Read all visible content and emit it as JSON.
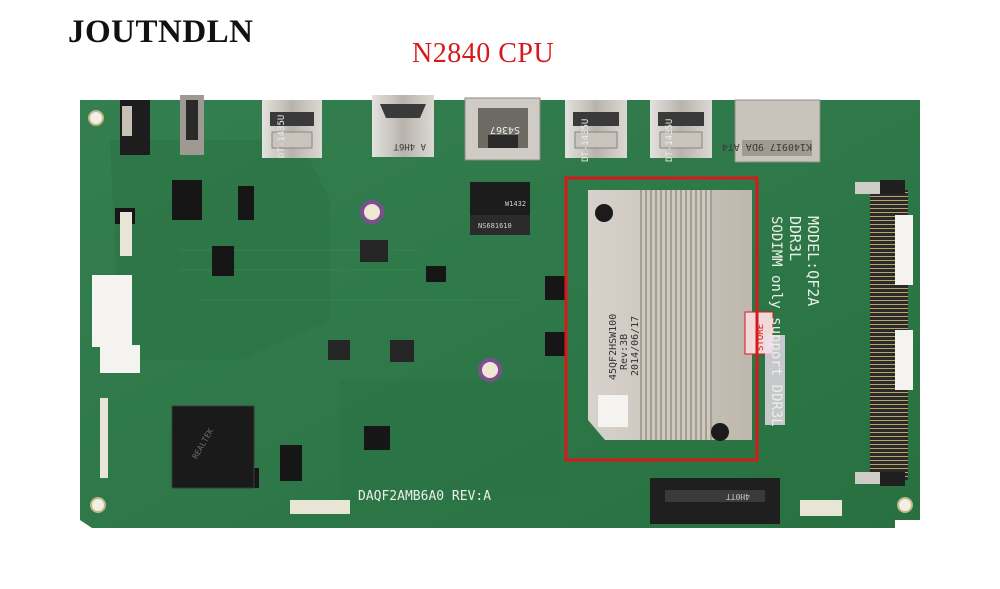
{
  "header": {
    "brand": "JOUTNDLN",
    "cpu_label": "N2840 CPU"
  },
  "board_print": {
    "model_line1": "MODEL:QF2A",
    "model_line2": "DDR3L",
    "model_line3": "SODIMM only support DDR3L",
    "part_number": "DAQF2AMB6A0 REV:A",
    "heatsink_label_1": "45QF2HSW100",
    "heatsink_label_2": "Rev:3B",
    "heatsink_label_3": "2014/06/17",
    "usb_code_1": "DT-1435U",
    "usb_code_2": "DT-1435U",
    "usb_code_3": "DT-1435U",
    "hdmi_code": "A 4H6T",
    "lan_code": "S4367",
    "card_code": "K1409I7 9DA AT4",
    "chip_code_1": "W1432",
    "chip_code_2": "NS681610",
    "sata_code": "4H0TT",
    "store_sticker": "STORE"
  },
  "colors": {
    "pcb": "#2f7a4a",
    "pcb_dark": "#235f39",
    "highlight_box": "#d8191b",
    "heatsink": "#c9c4bd"
  }
}
